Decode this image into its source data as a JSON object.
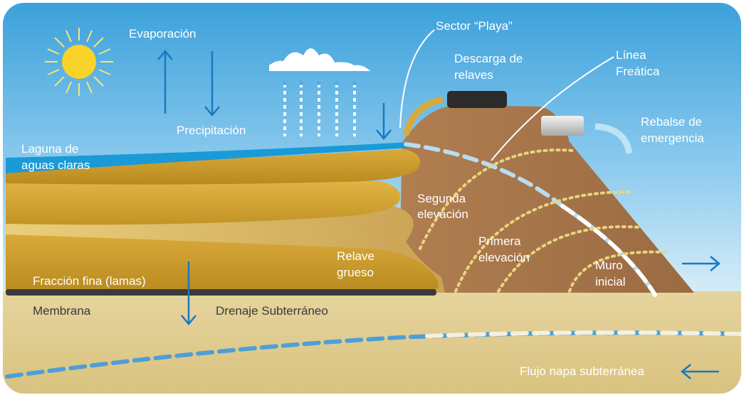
{
  "colors": {
    "sky_top": "#3a9fd8",
    "sky_bottom": "#d6edf8",
    "water": "#1a9ad6",
    "tailings_dark": "#b88a1e",
    "tailings_light": "#e3c25a",
    "dam": "#a8724a",
    "ground": "#e2cf96",
    "membrane": "#3b3b3b",
    "arrow_blue": "#1a78c2",
    "phreatic_dash": "#a8d4ef",
    "elevation_dots": "#e8d27a"
  },
  "labels": {
    "evaporacion": "Evaporación",
    "precipitacion": "Precipitación",
    "laguna_line1": "Laguna de",
    "laguna_line2": "aguas claras",
    "sector_playa": "Sector “Playa”",
    "descarga_line1": "Descarga de",
    "descarga_line2": "relaves",
    "linea_line1": "Línea",
    "linea_line2": "Freática",
    "rebalse_line1": "Rebalse de",
    "rebalse_line2": "emergencia",
    "segunda_line1": "Segunda",
    "segunda_line2": "elevación",
    "primera_line1": "Primera",
    "primera_line2": "elevación",
    "muro_line1": "Muro",
    "muro_line2": "inicial",
    "relave_line1": "Relave",
    "relave_line2": "grueso",
    "fraccion_fina": "Fracción fina (lamas)",
    "membrana": "Membrana",
    "drenaje": "Drenaje Subterráneo",
    "flujo_napa": "Flujo napa subterránea"
  },
  "icons": [
    "sun-icon",
    "cloud-icon",
    "rain-icon",
    "arrow-up-icon",
    "arrow-down-icon",
    "arrow-right-icon",
    "arrow-left-icon",
    "discharge-pipe-icon",
    "overflow-pipe-icon"
  ]
}
